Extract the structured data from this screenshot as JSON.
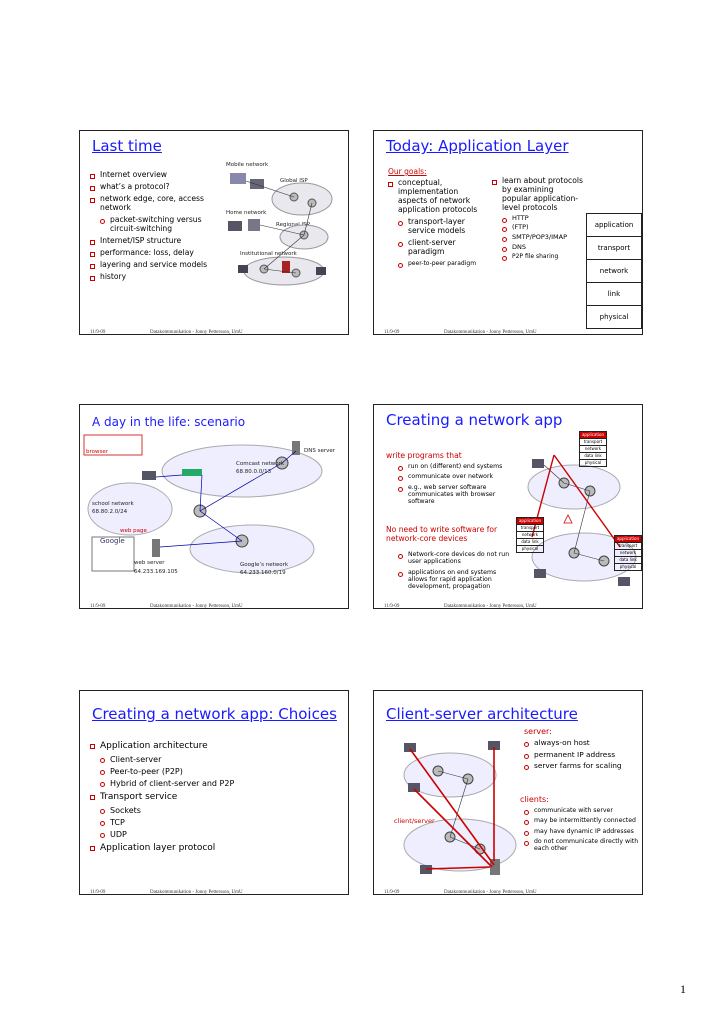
{
  "slides": {
    "s1": {
      "title": "Last time",
      "bullets": [
        "Internet overview",
        "what’s a protocol?",
        "network edge, core, access network",
        "packet-switching versus circuit-switching",
        "Internet/ISP structure",
        "performance: loss, delay",
        "layering and service models",
        "history"
      ],
      "labels": {
        "mobile": "Mobile network",
        "global": "Global ISP",
        "home": "Home network",
        "regional": "Regional ISP",
        "institutional": "Institutional network"
      },
      "date": "11/9-09",
      "course": "Datakommunikation - Jonny Pettersson, UmU"
    },
    "s2": {
      "title": "Today: Application Layer",
      "goals": "Our goals:",
      "left": [
        "conceptual, implementation aspects of network application protocols",
        "transport-layer service models",
        "client-server paradigm",
        "peer-to-peer paradigm"
      ],
      "right": [
        "learn about protocols by examining popular application-level protocols",
        "HTTP",
        "(FTP)",
        "SMTP/POP3/IMAP",
        "DNS",
        "P2P file sharing"
      ],
      "stack": [
        "application",
        "transport",
        "network",
        "link",
        "physical"
      ],
      "date": "11/9-09",
      "course": "Datakommunikation - Jonny Pettersson, UmU"
    },
    "s3": {
      "title": "A day in the life: scenario",
      "labels": {
        "browser": "browser",
        "dns": "DNS server",
        "comcast": "Comcast network",
        "comcast_ip": "68.80.0.0/13",
        "school": "school network",
        "school_ip": "68.80.2.0/24",
        "webpage": "web page",
        "google_logo": "Google",
        "webserver": "web server",
        "webserver_ip": "64.233.169.105",
        "google_net": "Google’s network",
        "google_ip": "64.233.160.0/19"
      },
      "date": "11/9-09",
      "course": "Datakommunikation - Jonny Pettersson, UmU"
    },
    "s4": {
      "title": "Creating a network app",
      "h1": "write programs that",
      "items1": [
        "run on (different) end systems",
        "communicate over network",
        "e.g., web server software communicates with browser software"
      ],
      "h2": "No need to write software for network-core devices",
      "items2": [
        "Network-core devices do not run user applications",
        "applications on end systems allows for rapid application development, propagation"
      ],
      "mini_stack": [
        "application",
        "transport",
        "network",
        "data link",
        "physical"
      ],
      "date": "11/9-09",
      "course": "Datakommunikation - Jonny Pettersson, UmU"
    },
    "s5": {
      "title": "Creating a network app: Choices",
      "items": [
        {
          "t": "Application architecture",
          "lvl": 1
        },
        {
          "t": "Client-server",
          "lvl": 2
        },
        {
          "t": "Peer-to-peer (P2P)",
          "lvl": 2
        },
        {
          "t": "Hybrid of client-server and P2P",
          "lvl": 2
        },
        {
          "t": "Transport service",
          "lvl": 1
        },
        {
          "t": "Sockets",
          "lvl": 2
        },
        {
          "t": "TCP",
          "lvl": 2
        },
        {
          "t": "UDP",
          "lvl": 2
        },
        {
          "t": "Application layer protocol",
          "lvl": 1
        }
      ],
      "date": "11/9-09",
      "course": "Datakommunikation - Jonny Pettersson, UmU"
    },
    "s6": {
      "title": "Client-server architecture",
      "server_h": "server:",
      "server_items": [
        "always-on host",
        "permanent IP address",
        "server farms for scaling"
      ],
      "clients_h": "clients:",
      "client_items": [
        "communicate with server",
        "may be intermittently connected",
        "may have dynamic IP addresses",
        "do not communicate directly with each other"
      ],
      "label": "client/server",
      "date": "11/9-09",
      "course": "Datakommunikation - Jonny Pettersson, UmU"
    }
  },
  "page_number": "1",
  "colors": {
    "title": "#1a1aff",
    "accent": "#c00000"
  }
}
